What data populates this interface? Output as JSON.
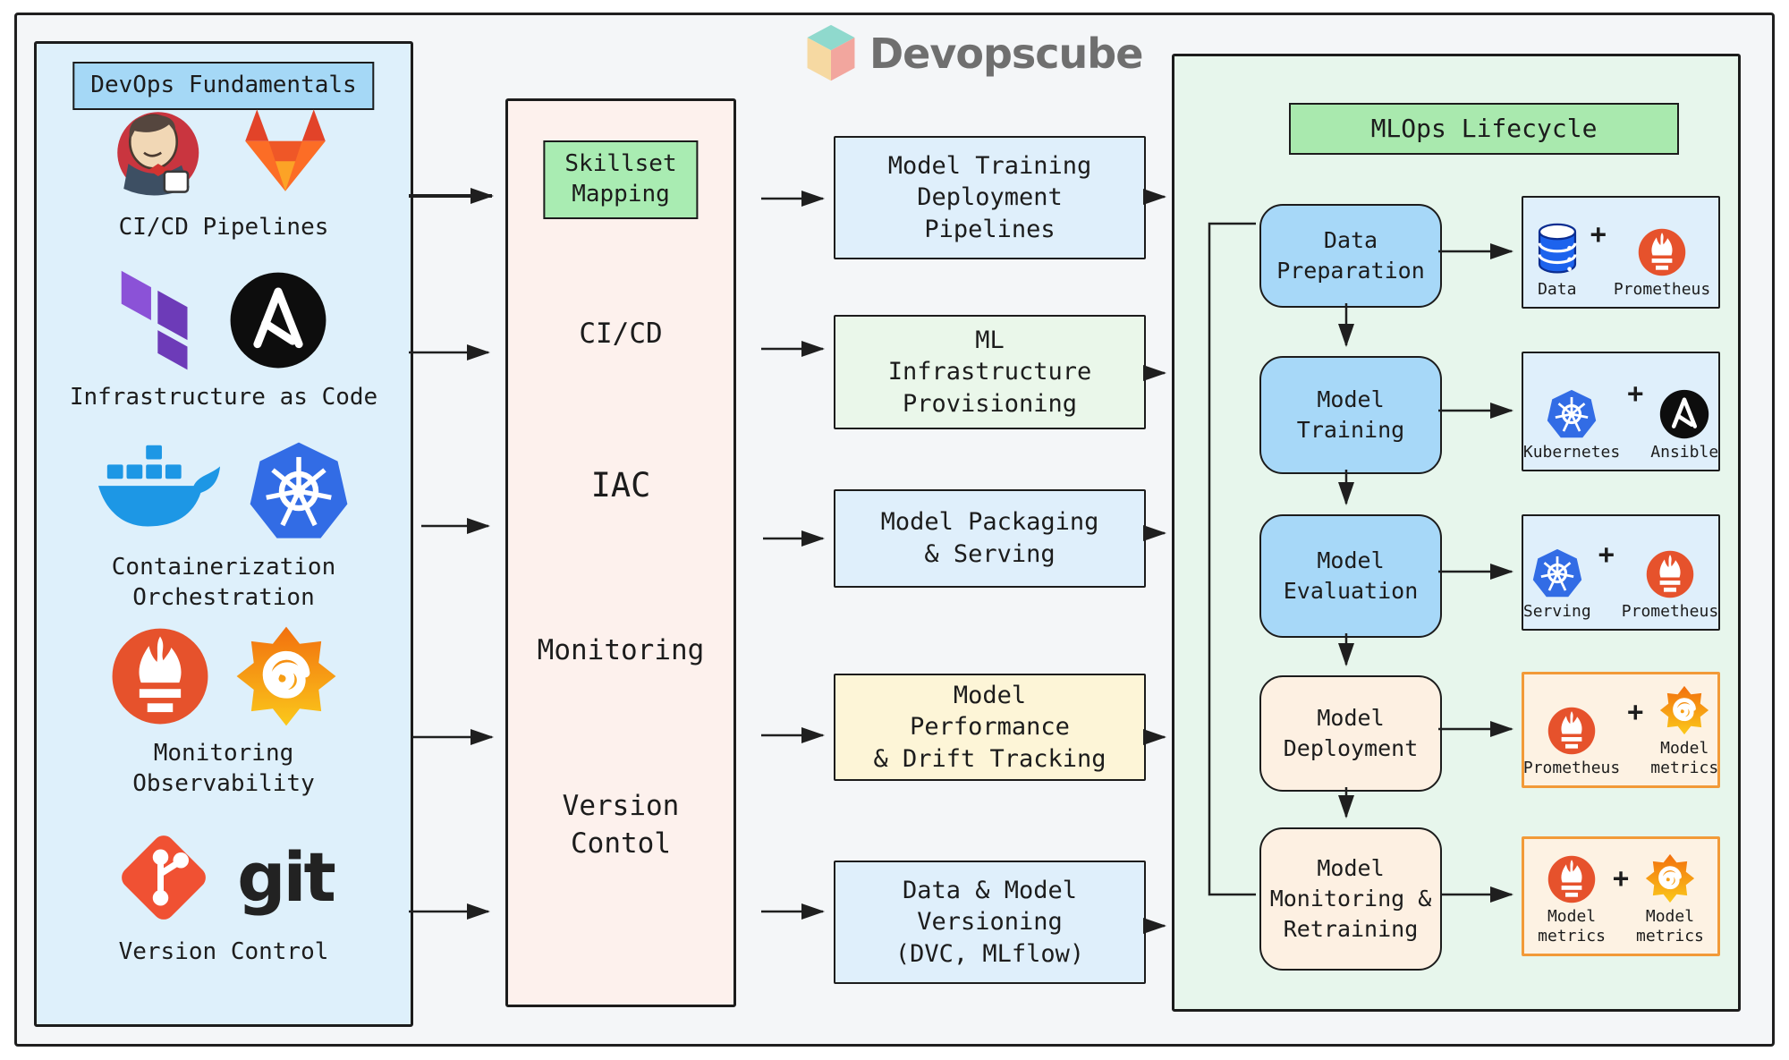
{
  "brand": {
    "name": "Devopscube",
    "cube_icon": "devopscube-cube-icon",
    "text_color": "#6f6f6f",
    "cube_colors": {
      "top": "#8fd9cd",
      "left": "#f6d9a2",
      "right": "#f2a69e"
    }
  },
  "left_panel": {
    "title": "DevOps Fundamentals",
    "items": [
      {
        "icons": [
          "jenkins-icon",
          "gitlab-icon"
        ],
        "lines": [
          "CI/CD Pipelines"
        ]
      },
      {
        "icons": [
          "terraform-icon",
          "ansible-icon"
        ],
        "lines": [
          "Infrastructure as Code"
        ]
      },
      {
        "icons": [
          "docker-icon",
          "kubernetes-icon"
        ],
        "lines": [
          "Containerization",
          "Orchestration"
        ]
      },
      {
        "icons": [
          "prometheus-icon",
          "grafana-icon"
        ],
        "lines": [
          "Monitoring",
          "Observability"
        ]
      },
      {
        "icons": [
          "git-icon"
        ],
        "wordmark": "git",
        "lines": [
          "Version Control"
        ]
      }
    ]
  },
  "skills_panel": {
    "title_lines": [
      "Skillset",
      "Mapping"
    ],
    "labels": [
      {
        "lines": [
          "CI/CD"
        ]
      },
      {
        "lines": [
          "IAC"
        ]
      },
      {
        "lines": [
          "Monitoring"
        ]
      },
      {
        "lines": [
          "Version",
          "Contol"
        ]
      }
    ]
  },
  "mapping_boxes": [
    {
      "lines": [
        "Model Training",
        "Deployment",
        "Pipelines"
      ],
      "color": "#dfeffb"
    },
    {
      "lines": [
        "ML",
        "Infrastructure",
        "Provisioning"
      ],
      "color": "#eaf7ea"
    },
    {
      "lines": [
        "Model Packaging",
        "& Serving"
      ],
      "color": "#dfeffb"
    },
    {
      "lines": [
        "Model",
        "Performance",
        "& Drift Tracking"
      ],
      "color": "#fdf5d7"
    },
    {
      "lines": [
        "Data & Model",
        "Versioning",
        "(DVC, MLflow)"
      ],
      "color": "#dfeffb"
    }
  ],
  "lifecycle_panel": {
    "title": "MLOps Lifecycle",
    "plus": "+",
    "stages": [
      {
        "lines": [
          "Data",
          "Preparation"
        ],
        "color": "#a7d8f8"
      },
      {
        "lines": [
          "Model",
          "Training"
        ],
        "color": "#a7d8f8"
      },
      {
        "lines": [
          "Model",
          "Evaluation"
        ],
        "color": "#a7d8f8"
      },
      {
        "lines": [
          "Model",
          "Deployment"
        ],
        "color": "#fdf0e2"
      },
      {
        "lines": [
          "Model",
          "Monitoring &",
          "Retraining"
        ],
        "color": "#fdf0e2"
      }
    ],
    "tools": [
      {
        "style": "blue",
        "cells": [
          {
            "icon": "database-icon",
            "label_lines": [
              "Data"
            ]
          },
          {
            "icon": "prometheus-icon",
            "label_lines": [
              "Prometheus"
            ]
          }
        ]
      },
      {
        "style": "blue",
        "cells": [
          {
            "icon": "kubernetes-icon",
            "label_lines": [
              "Kubernetes"
            ]
          },
          {
            "icon": "ansible-icon",
            "label_lines": [
              "Ansible"
            ]
          }
        ]
      },
      {
        "style": "blue",
        "cells": [
          {
            "icon": "kubernetes-icon",
            "label_lines": [
              "Serving"
            ]
          },
          {
            "icon": "prometheus-icon",
            "label_lines": [
              "Prometheus"
            ]
          }
        ]
      },
      {
        "style": "orange",
        "cells": [
          {
            "icon": "prometheus-icon",
            "label_lines": [
              "Prometheus"
            ]
          },
          {
            "icon": "grafana-icon",
            "label_lines": [
              "Model",
              "metrics"
            ]
          }
        ]
      },
      {
        "style": "orange",
        "cells": [
          {
            "icon": "prometheus-icon",
            "label_lines": [
              "Model",
              "metrics"
            ]
          },
          {
            "icon": "grafana-icon",
            "label_lines": [
              "Model",
              "metrics"
            ]
          }
        ]
      }
    ]
  },
  "edges": {
    "left_to_skills_count": 5,
    "skills_to_mapping_count": 5,
    "mapping_to_lifecycle_count": 5,
    "lifecycle_flow": [
      "Data Preparation -> Model Training",
      "Model Training -> Model Evaluation",
      "Model Evaluation -> Model Deployment",
      "Model Deployment -> Model Monitoring & Retraining",
      "Model Monitoring & Retraining -> Data Preparation (feedback loop)"
    ],
    "stage_to_tools": [
      "Data Preparation -> Data + Prometheus",
      "Model Training -> Kubernetes + Ansible",
      "Model Evaluation -> Serving + Prometheus",
      "Model Deployment -> Prometheus + Model metrics",
      "Model Monitoring & Retraining -> Model metrics + Model metrics"
    ]
  },
  "colors": {
    "frame_bg": "#f4f6f8",
    "left_panel_bg": "#def0fb",
    "left_title_bg": "#a5d8f6",
    "skills_panel_bg": "#fdf1ed",
    "skillset_chip_bg": "#a9ecb2",
    "lifecycle_panel_bg": "#e7f6ec",
    "mlops_chip_bg": "#a9e9ae",
    "box_blue": "#dfeffb",
    "box_green": "#eaf7ea",
    "box_yellow": "#fdf5d7",
    "node_blue": "#a7d8f8",
    "node_peach": "#fdf0e2",
    "tool_orange_border": "#f29a38",
    "tool_orange_bg": "#fdf2e3",
    "line": "#1f1f1f"
  }
}
